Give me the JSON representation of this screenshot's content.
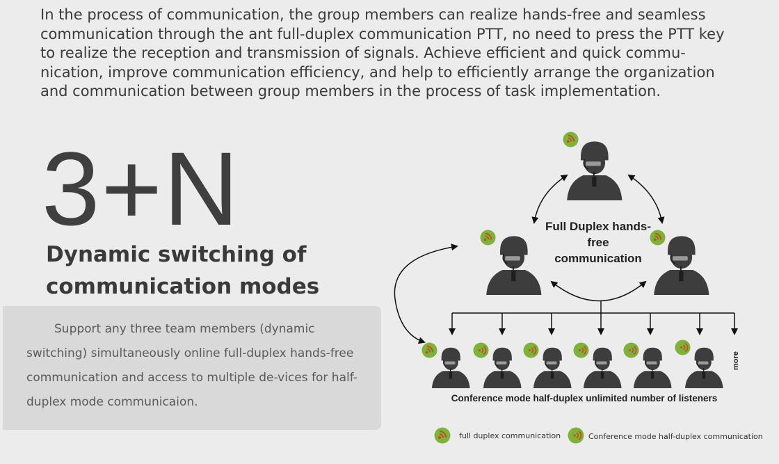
{
  "intro_text": "In the process of communication, the group members can realize hands-free and seamless communication through the ant full-duplex communication PTT, no need to press the PTT key to realize the reception and transmission of signals. Achieve efficient and quick commu-nication, improve communication efficiency, and help to efficiently arrange the organization and communication between group members in the process of task implementation.",
  "headline": "3+N",
  "subheadline": "Dynamic switching of communication modes",
  "description": "Support any three team members (dynamic switching) simultaneously online full-duplex hands-free communication and access to multiple de-vices for half-duplex mode communicaion.",
  "diagram": {
    "center_label": "Full Duplex hands-free communication",
    "conference_label": "Conference mode half-duplex unlimited number of listeners",
    "more_label": "more"
  },
  "legend": {
    "full_duplex": "full duplex communication",
    "half_duplex": "Conference mode half-duplex communication"
  },
  "colors": {
    "background": "#ececec",
    "signal_green": "#7fb23a",
    "signal_orange": "#c0521f",
    "silhouette": "#3d3d3d"
  }
}
